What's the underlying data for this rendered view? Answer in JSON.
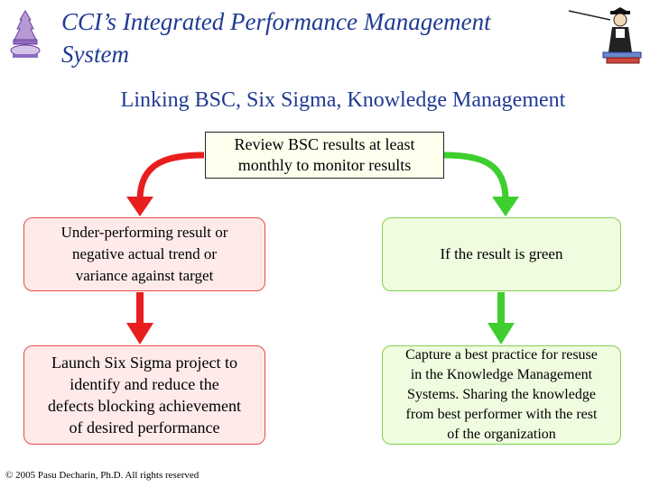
{
  "header": {
    "title_line1": "CCI’s Integrated Performance Management",
    "title_line2": "System"
  },
  "subtitle": "Linking BSC, Six Sigma, Knowledge Management",
  "diagram": {
    "top_box": {
      "line1": "Review BSC results at least",
      "line2": "monthly to monitor results"
    },
    "left_box1": {
      "line1": "Under-performing result or",
      "line2": "negative actual trend or",
      "line3": "variance against target"
    },
    "left_box2": {
      "line1": "Launch Six Sigma project to",
      "line2": "identify and reduce the",
      "line3": "defects blocking achievement",
      "line4": "of desired performance"
    },
    "right_box1": {
      "text": "If the result is green"
    },
    "right_box2": {
      "line1": "Capture a best practice for resuse",
      "line2": "in the Knowledge Management",
      "line3": "Systems. Sharing the knowledge",
      "line4": "from best performer with the rest",
      "line5": "of the organization"
    }
  },
  "colors": {
    "title": "#1f3a93",
    "red_arrow": "#e81e1e",
    "green_arrow": "#3ecf2e",
    "red_box_border": "#e84a4a",
    "green_box_border": "#7ed24f"
  },
  "footer": "© 2005 Pasu Decharin, Ph.D. All rights reserved"
}
